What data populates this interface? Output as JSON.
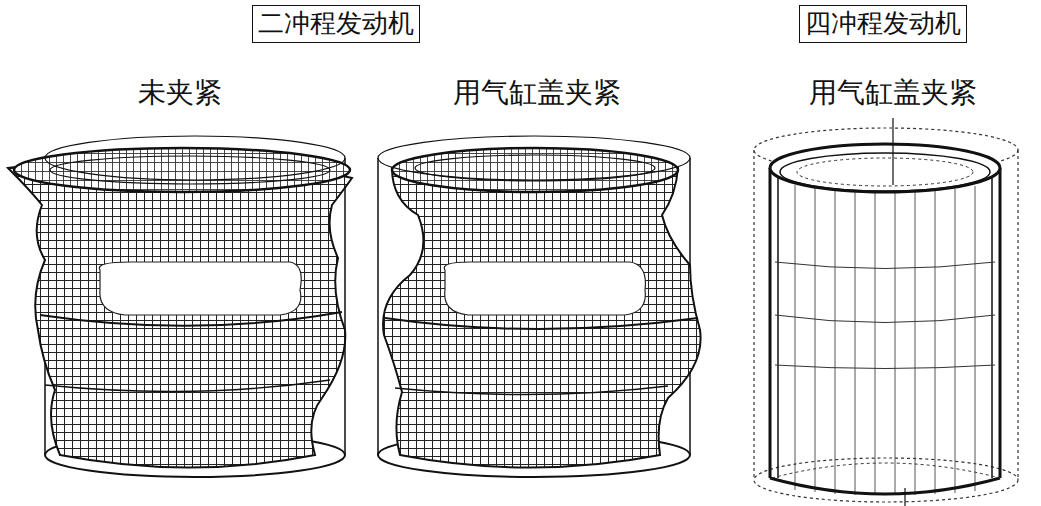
{
  "diagram": {
    "nodes": [
      {
        "text": [
          "二冲程发动机"
        ]
      },
      {
        "text": [
          "四冲程发动机"
        ]
      }
    ],
    "labels": [
      "未夹紧",
      "用气缸盖夹紧",
      "用气缸盖夹紧"
    ]
  }
}
